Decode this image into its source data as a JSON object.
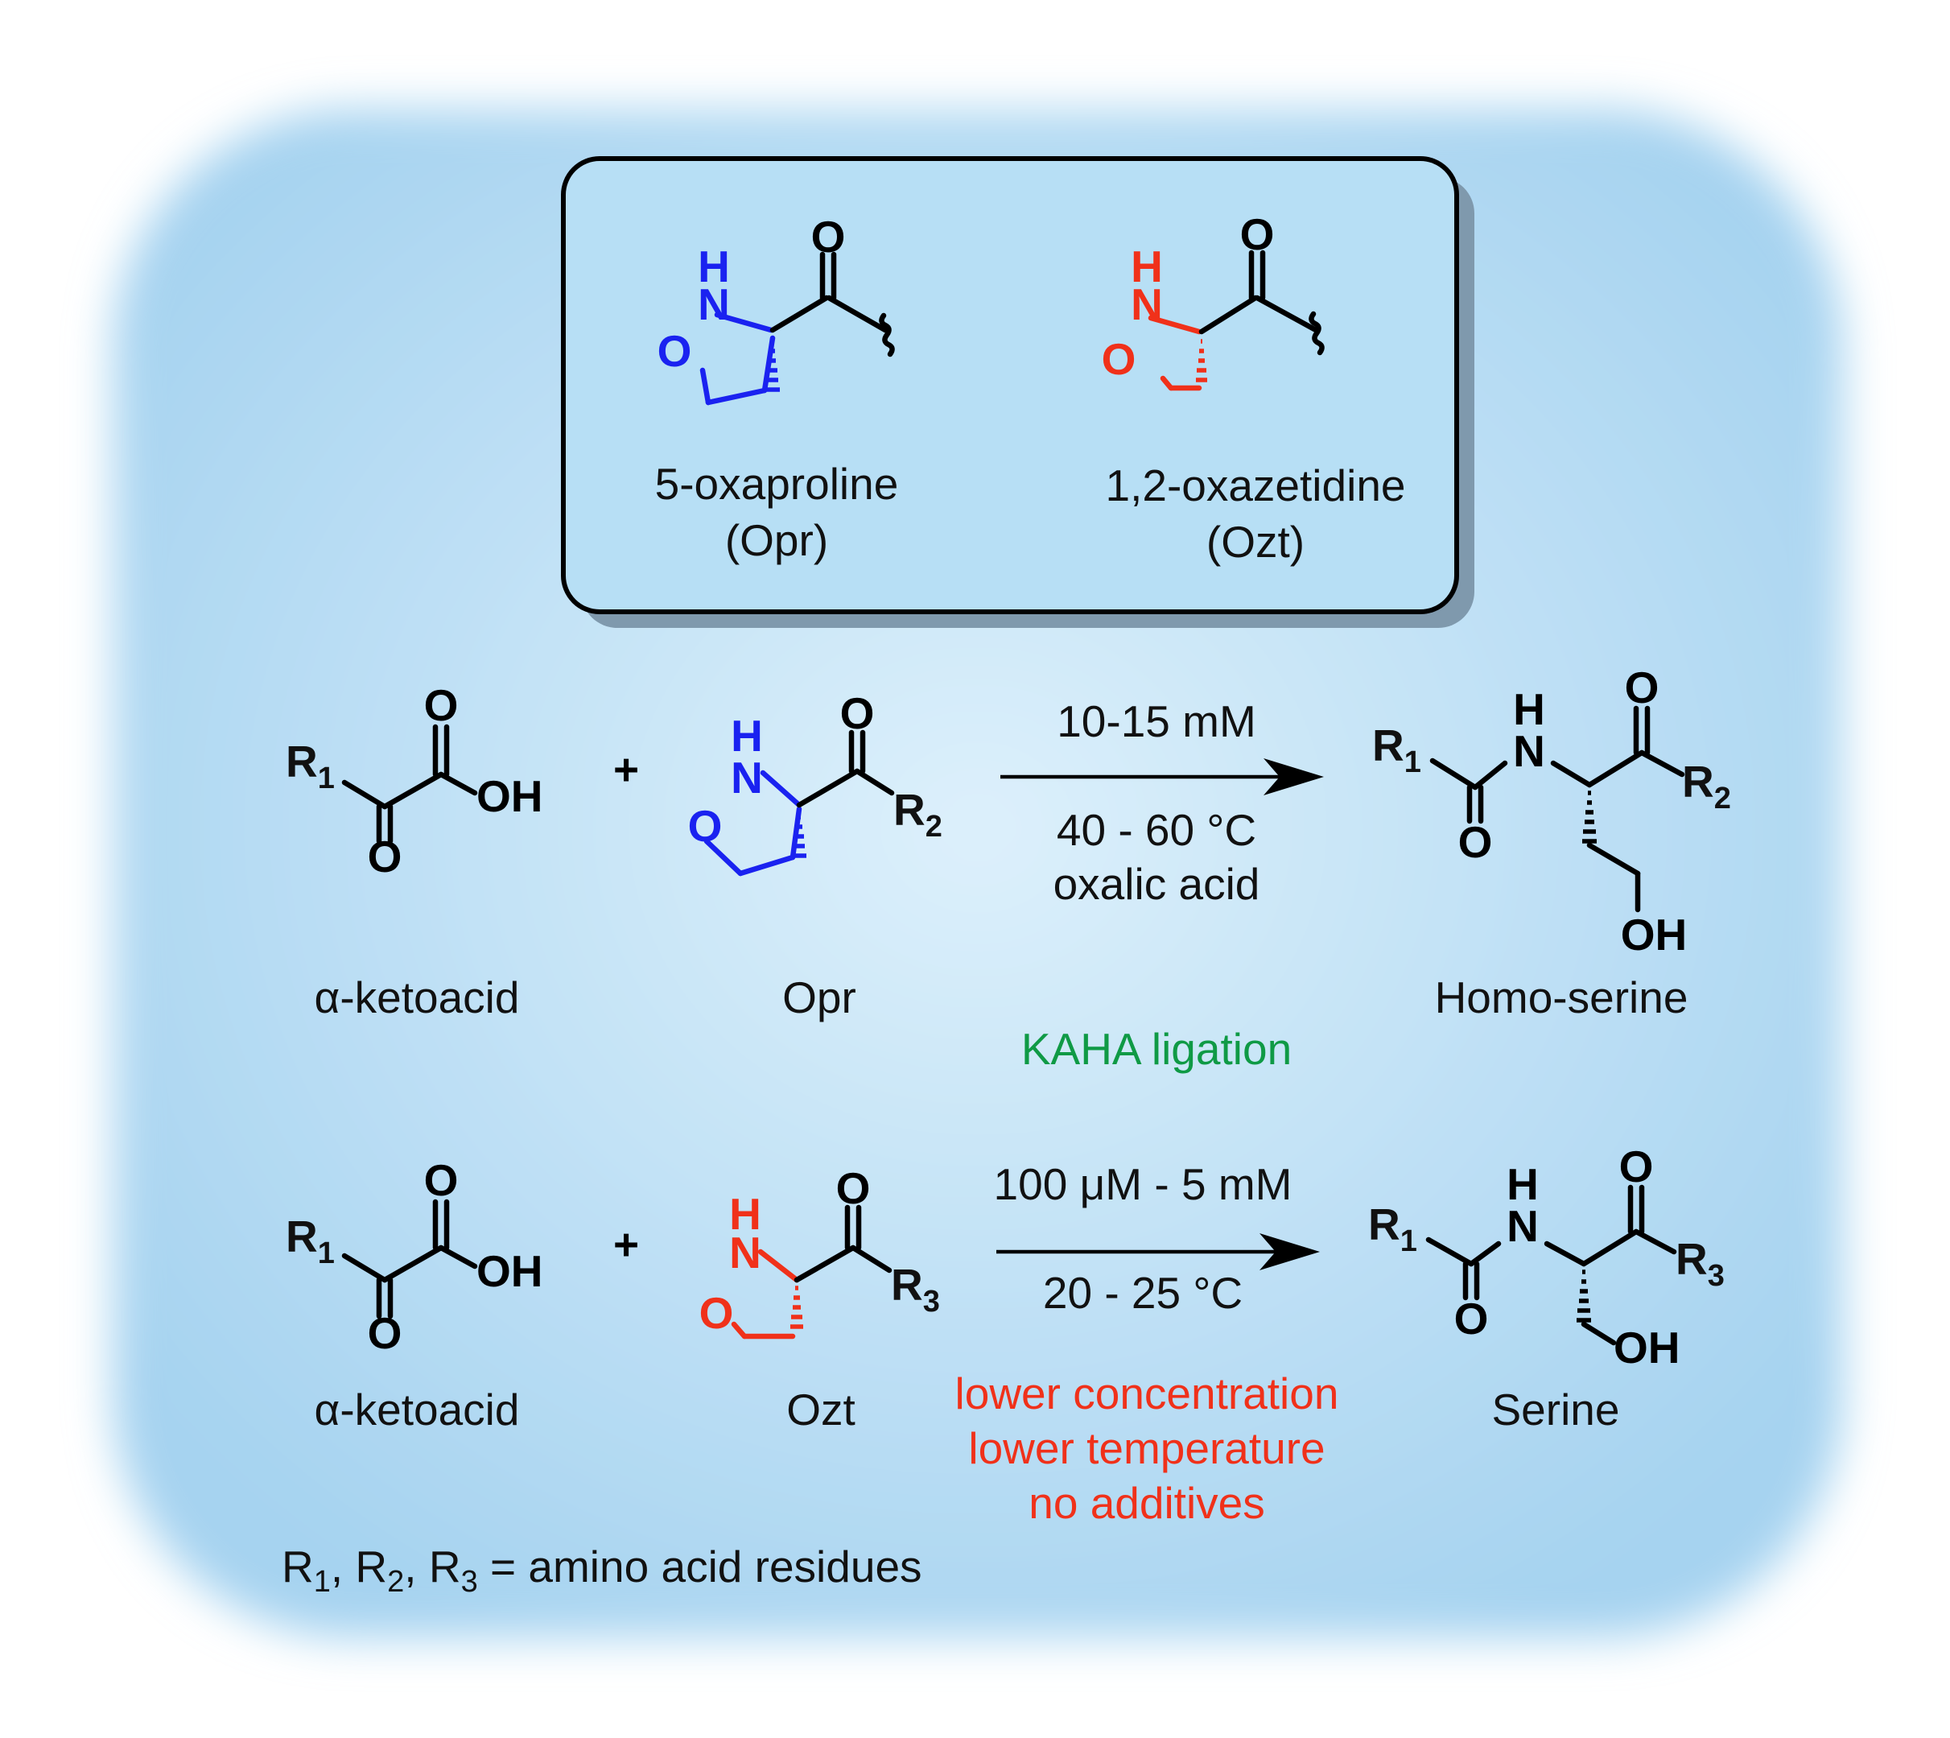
{
  "colors": {
    "background_glow_inner": "#ddf0fb",
    "background_glow_outer": "#a6d3f0",
    "box_fill": "#b7dff5",
    "box_shadow": "#7f99ad",
    "opr_ring": "#1a22f0",
    "ozt_ring": "#f0311a",
    "kaha_label": "#0f9a45",
    "improvements": "#f0311a",
    "text": "#111111"
  },
  "atoms": {
    "O": "O",
    "N": "N",
    "H": "H",
    "OH": "OH",
    "R": "R",
    "sub1": "1",
    "sub2": "2",
    "sub3": "3",
    "plus": "+"
  },
  "box": {
    "opr_name": "5-oxaproline",
    "opr_abbr": "(Opr)",
    "ozt_name": "1,2-oxazetidine",
    "ozt_abbr": "(Ozt)"
  },
  "reaction1": {
    "reactant1_label": "α-ketoacid",
    "reactant2_label": "Opr",
    "condition_top": "10-15 mM",
    "condition_bottom_1": "40 - 60 °C",
    "condition_bottom_2": "oxalic acid",
    "product_label": "Homo-serine",
    "ligation_name": "KAHA ligation"
  },
  "reaction2": {
    "reactant1_label": "α-ketoacid",
    "reactant2_label": "Ozt",
    "condition_top": "100 μM - 5 mM",
    "condition_bottom": "20 - 25 °C",
    "product_label": "Serine",
    "advantages": [
      "lower concentration",
      "lower temperature",
      "no additives"
    ]
  },
  "footnote": {
    "r1": "R",
    "s1": "1",
    "sep1": ", R",
    "s2": "2",
    "sep2": ", R",
    "s3": "3",
    "tail": " = amino acid residues"
  }
}
